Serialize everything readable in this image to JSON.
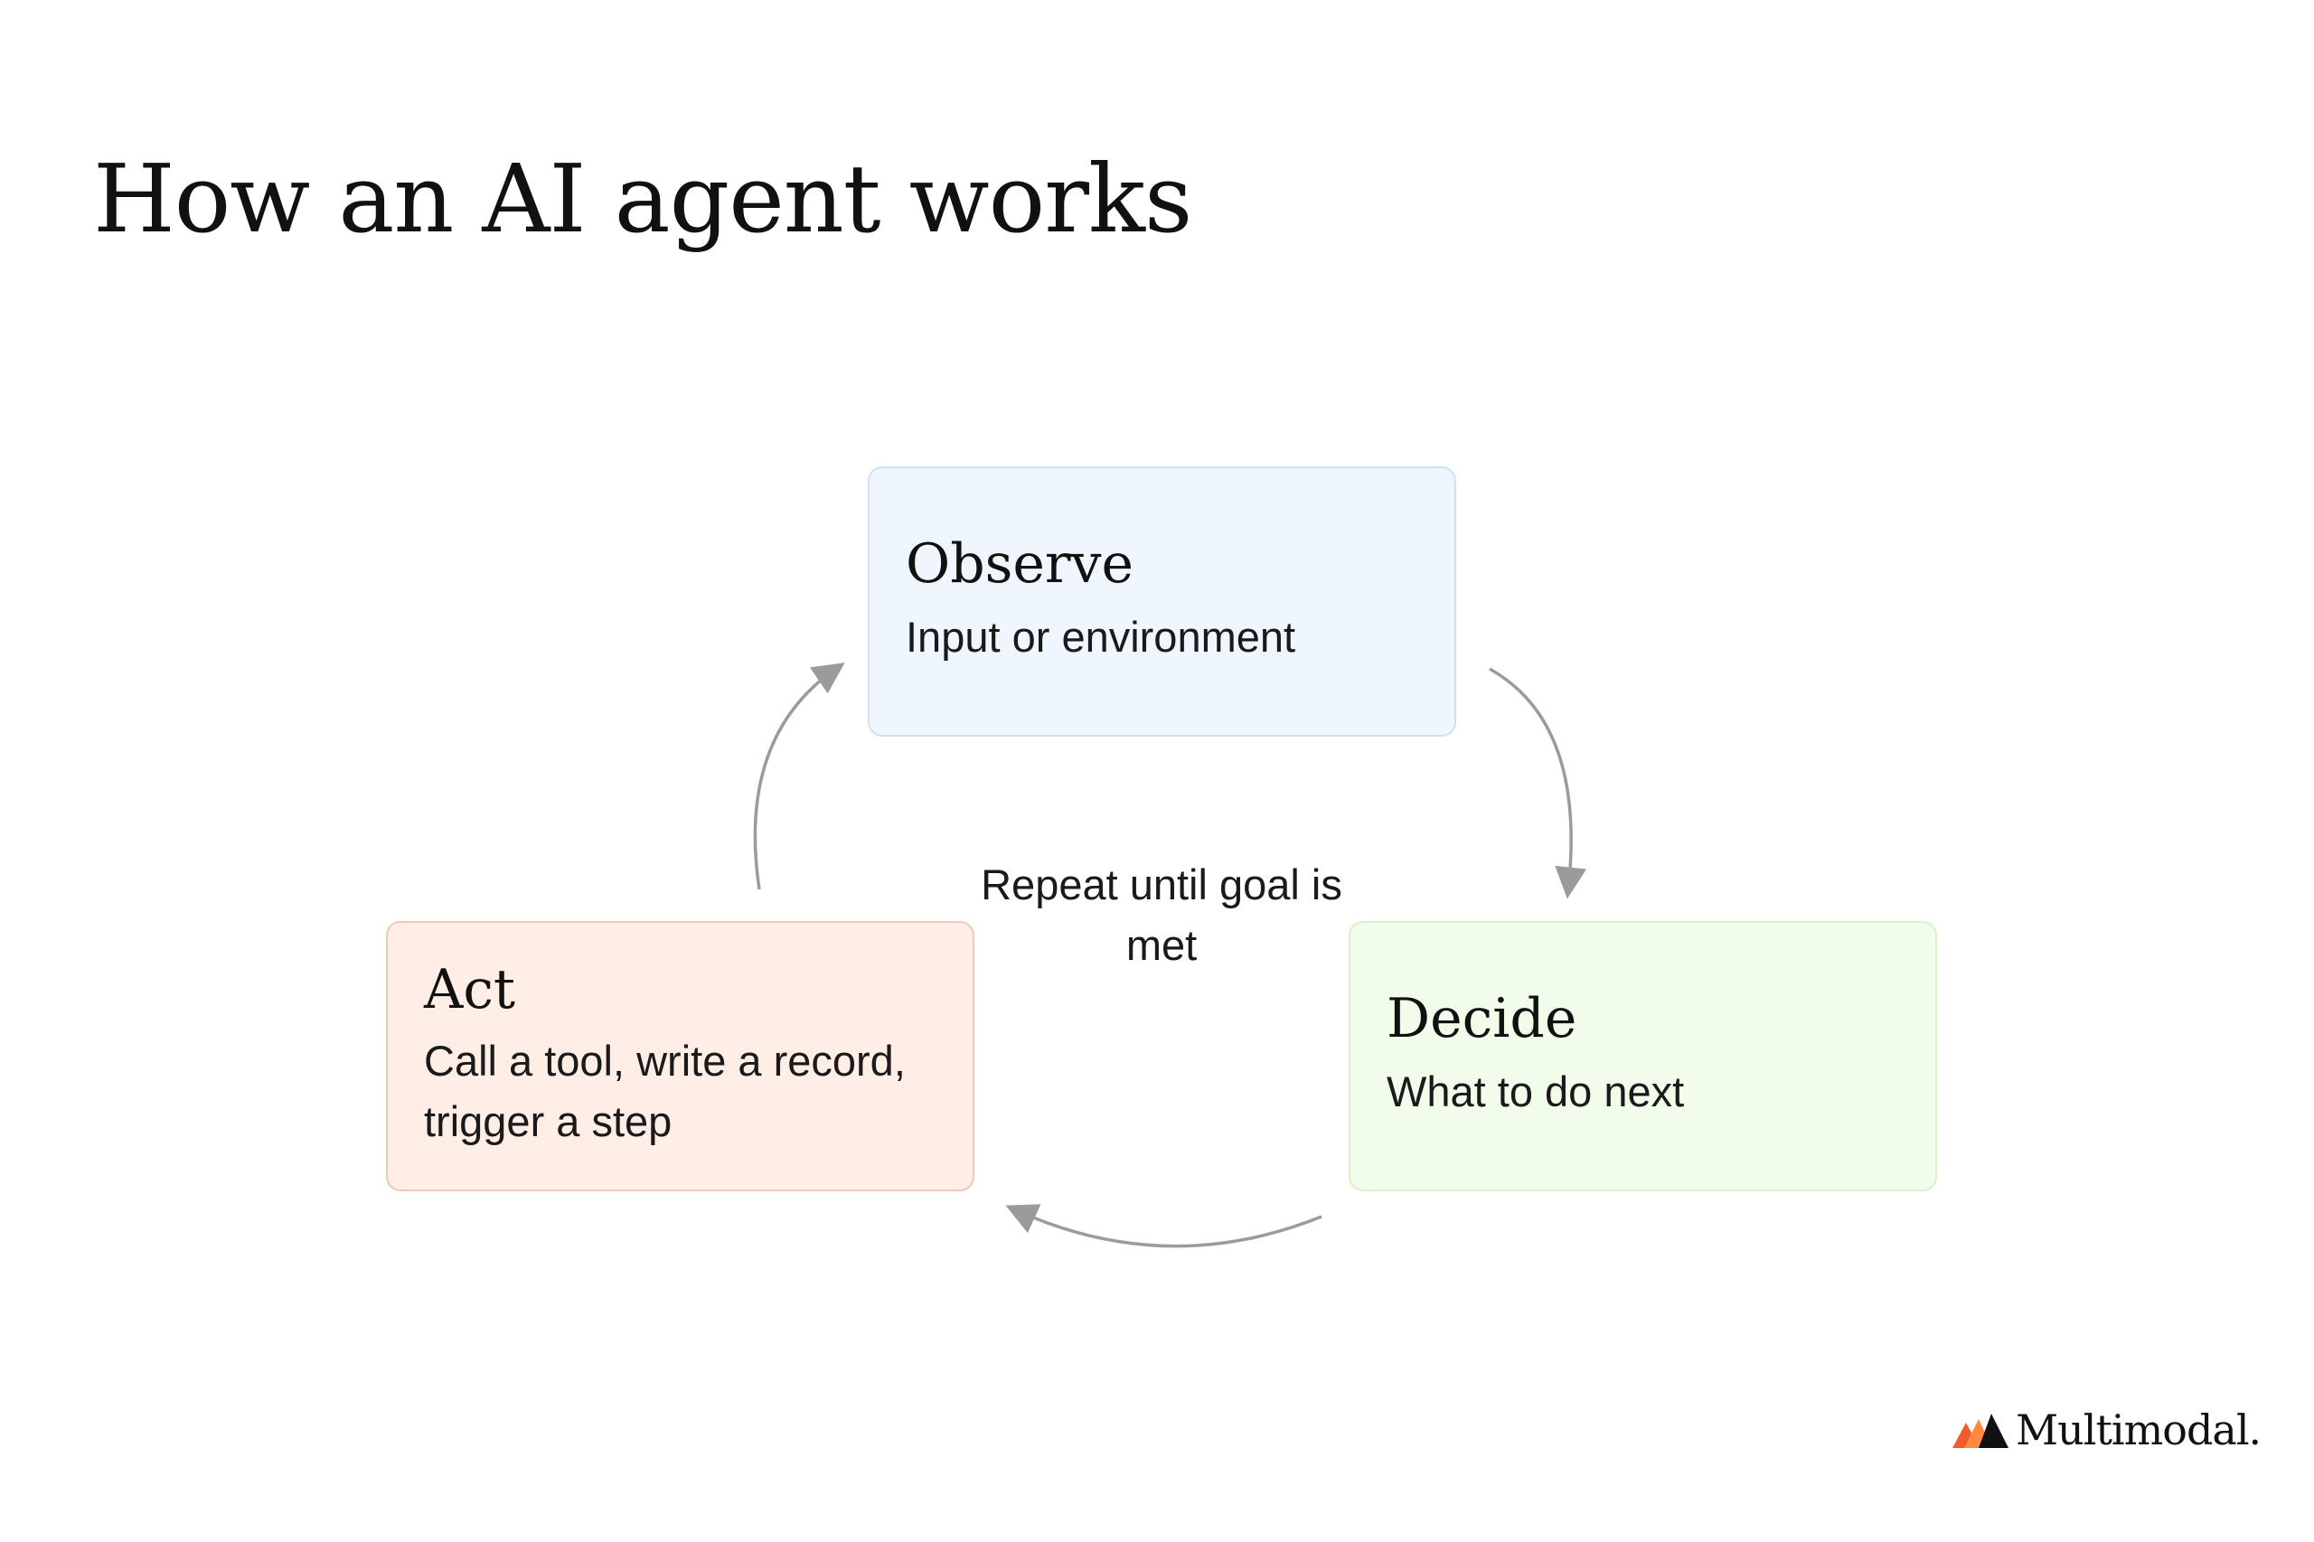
{
  "title": "How an AI agent works",
  "cycle": {
    "center_label": "Repeat until goal is met",
    "steps": [
      {
        "id": "observe",
        "heading": "Observe",
        "description": "Input or environment",
        "background": "#eff6fe",
        "border": "#cfe2f1"
      },
      {
        "id": "decide",
        "heading": "Decide",
        "description": "What to do next",
        "background": "#f1fdea",
        "border": "#daf1cc"
      },
      {
        "id": "act",
        "heading": "Act",
        "description": "Call a tool, write a record, trigger a step",
        "background": "#feeee6",
        "border": "#f3c8b7"
      }
    ],
    "arrow_color": "#9b9b9b"
  },
  "brand": {
    "name": "Multimodal.",
    "colors": [
      "#f45b2a",
      "#ff8a3d",
      "#111111"
    ]
  }
}
